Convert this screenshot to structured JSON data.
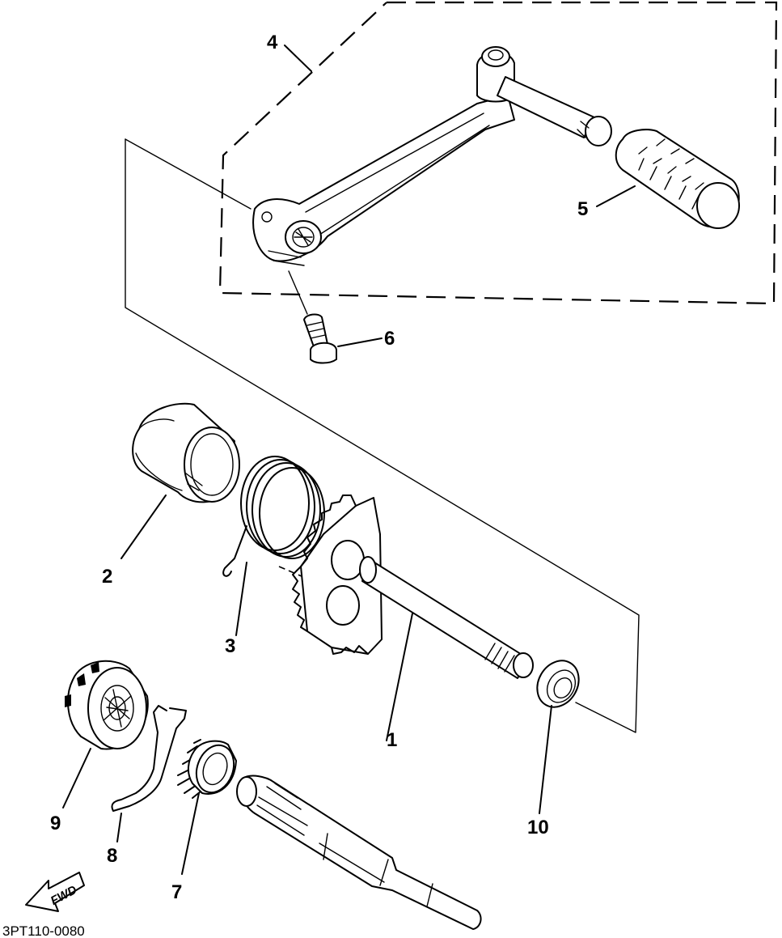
{
  "diagram": {
    "diagram_code": "3PT110-0080",
    "direction_arrow_label": "FWD",
    "callouts": [
      {
        "id": "1",
        "label": "1"
      },
      {
        "id": "2",
        "label": "2"
      },
      {
        "id": "3",
        "label": "3"
      },
      {
        "id": "4",
        "label": "4"
      },
      {
        "id": "5",
        "label": "5"
      },
      {
        "id": "6",
        "label": "6"
      },
      {
        "id": "7",
        "label": "7"
      },
      {
        "id": "8",
        "label": "8"
      },
      {
        "id": "9",
        "label": "9"
      },
      {
        "id": "10",
        "label": "10"
      }
    ]
  }
}
